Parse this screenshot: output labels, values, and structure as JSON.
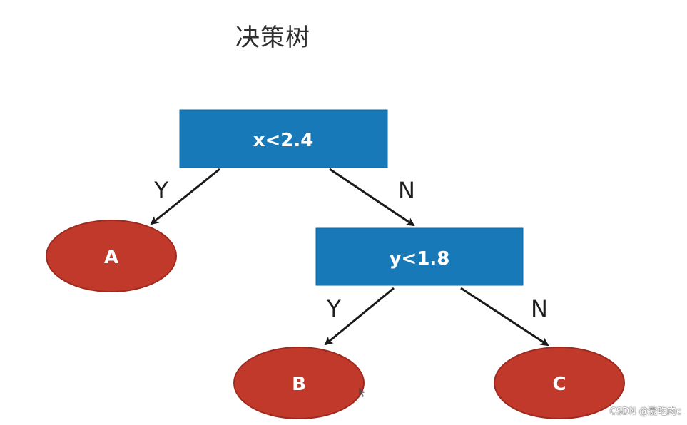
{
  "title": "决策树",
  "colors": {
    "decision_fill": "#1779b8",
    "leaf_fill": "#c0392b",
    "leaf_stroke": "#9e2a1f",
    "edge": "#1a1a1a",
    "label_text": "#ffffff"
  },
  "nodes": {
    "root": {
      "label": "x<2.4",
      "shape": "rectangle"
    },
    "split2": {
      "label": "y<1.8",
      "shape": "rectangle"
    },
    "leaf_a": {
      "label": "A",
      "shape": "ellipse"
    },
    "leaf_b": {
      "label": "B",
      "shape": "ellipse"
    },
    "leaf_c": {
      "label": "C",
      "shape": "ellipse"
    }
  },
  "edges": [
    {
      "from": "root",
      "to": "leaf_a",
      "label": "Y"
    },
    {
      "from": "root",
      "to": "split2",
      "label": "N"
    },
    {
      "from": "split2",
      "to": "leaf_b",
      "label": "Y"
    },
    {
      "from": "split2",
      "to": "leaf_c",
      "label": "N"
    }
  ],
  "watermark": "CSDN @爱吃肉c"
}
